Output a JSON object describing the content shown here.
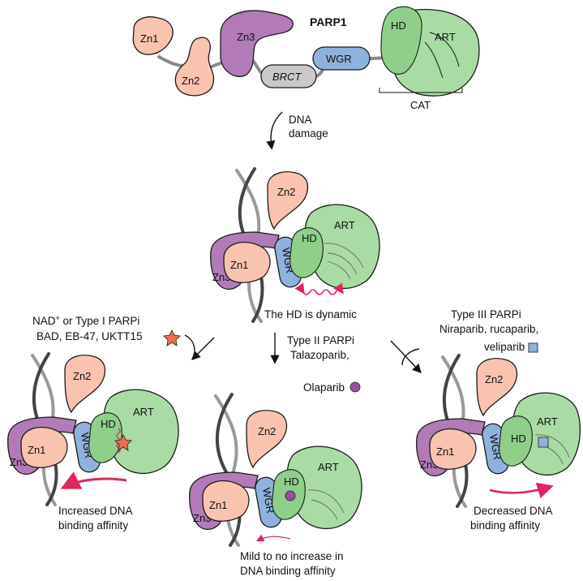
{
  "title": "PARP1",
  "domains": {
    "zn1": "Zn1",
    "zn2": "Zn2",
    "zn3": "Zn3",
    "brct": "BRCT",
    "wgr": "WGR",
    "hd": "HD",
    "art": "ART",
    "cat": "CAT"
  },
  "step1": {
    "line1": "DNA",
    "line2": "damage"
  },
  "dynamic_caption": "The HD is dynamic",
  "left_branch": {
    "line1_prefix": "NAD",
    "line1_sup": "+",
    "line1_suffix": " or Type I PARPi",
    "line2": "BAD, EB-47, UKTT15",
    "result_line1": "Increased DNA",
    "result_line2": "binding affinity"
  },
  "middle_branch": {
    "line1": "Type II PARPi",
    "line2": "Talazoparib,",
    "line3": "Olaparib",
    "result_line1": "Mild to no increase in",
    "result_line2": "DNA binding affinity"
  },
  "right_branch": {
    "line1": "Type III PARPi",
    "line2": "Niraparib, rucaparib,",
    "line3": "veliparib",
    "result_line1": "Decreased DNA",
    "result_line2": "binding affinity"
  },
  "colors": {
    "zinc_finger": "#f9c3b0",
    "zn3": "#b27bb8",
    "wgr": "#8fb2dd",
    "brct": "#c9c9c9",
    "catalytic": "#a9dca4",
    "arrow_highlight": "#e0245e",
    "type1_star": "#f36c4f",
    "type2_circle": "#9b4fa0",
    "type3_square": "#8fb2dd"
  }
}
